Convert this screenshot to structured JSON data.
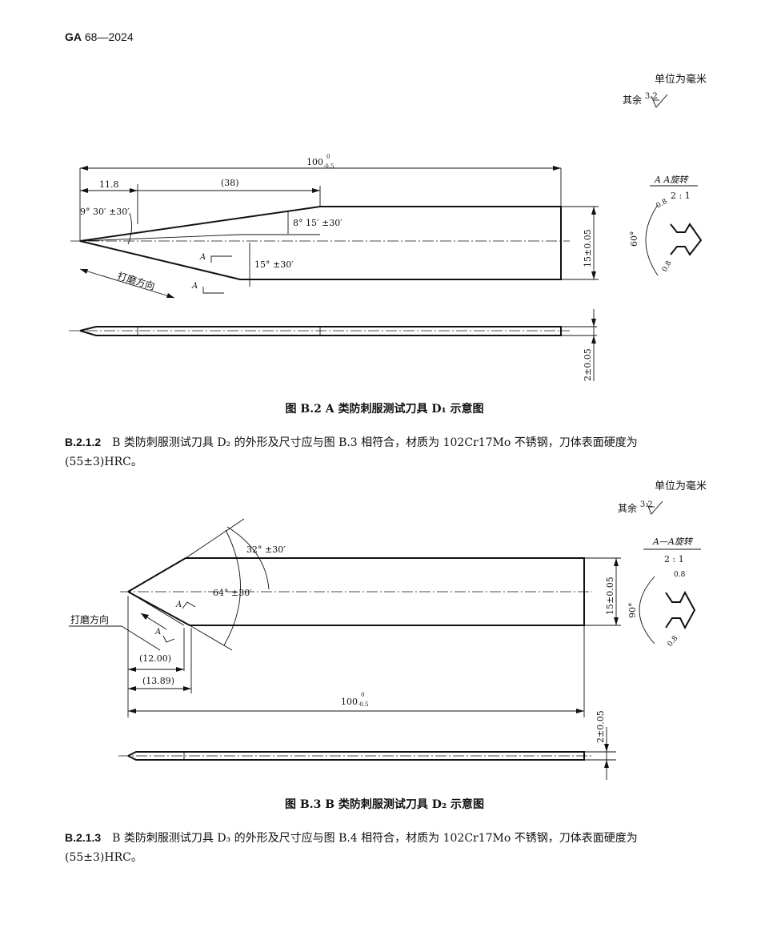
{
  "header": {
    "std_code": "GA",
    "std_num": "68—2024"
  },
  "figure_b2": {
    "unit_note": "单位为毫米",
    "roughness_prefix": "其余",
    "roughness_value": "3.2",
    "dim_length": "100",
    "tol_upper": "0",
    "tol_lower": "-0.5",
    "dim_11_8": "11.8",
    "dim_38": "(38)",
    "angle_9_30": "9° 30′ ±30′",
    "angle_8_15": "8° 15′ ±30′",
    "angle_15": "15° ±30′",
    "dim_width": "15±0.05",
    "dim_thickness": "2±0.05",
    "grind_label": "打磨方向",
    "section_label_a": "A",
    "section_title": "A  A旋转",
    "section_scale": "2 : 1",
    "section_angle": "60°",
    "section_rough": "0.8",
    "caption": "图 B.2   A 类防刺服测试刀具 D₁ 示意图"
  },
  "para_b212": {
    "index": "B.2.1.2",
    "text": "B 类防刺服测试刀具 D₂ 的外形及尺寸应与图 B.3 相符合，材质为 102Cr17Mo 不锈钢，刀体表面硬度为(55±3)HRC。"
  },
  "figure_b3": {
    "unit_note": "单位为毫米",
    "roughness_prefix": "其余",
    "roughness_value": "3.2",
    "angle_32": "32° ±30′",
    "angle_64": "64° ±30′",
    "grind_label": "打磨方向",
    "section_label_a": "A",
    "dim_12": "(12.00)",
    "dim_13_89": "(13.89)",
    "dim_length": "100",
    "tol_upper": "0",
    "tol_lower": "-0.5",
    "dim_width": "15±0.05",
    "dim_thickness": "2±0.05",
    "section_title": "A—A旋转",
    "section_scale": "2 : 1",
    "section_angle": "90°",
    "section_rough": "0.8",
    "caption": "图 B.3   B 类防刺服测试刀具 D₂ 示意图"
  },
  "para_b213": {
    "index": "B.2.1.3",
    "text": "B 类防刺服测试刀具 D₃ 的外形及尺寸应与图 B.4 相符合，材质为 102Cr17Mo 不锈钢，刀体表面硬度为(55±3)HRC。"
  }
}
